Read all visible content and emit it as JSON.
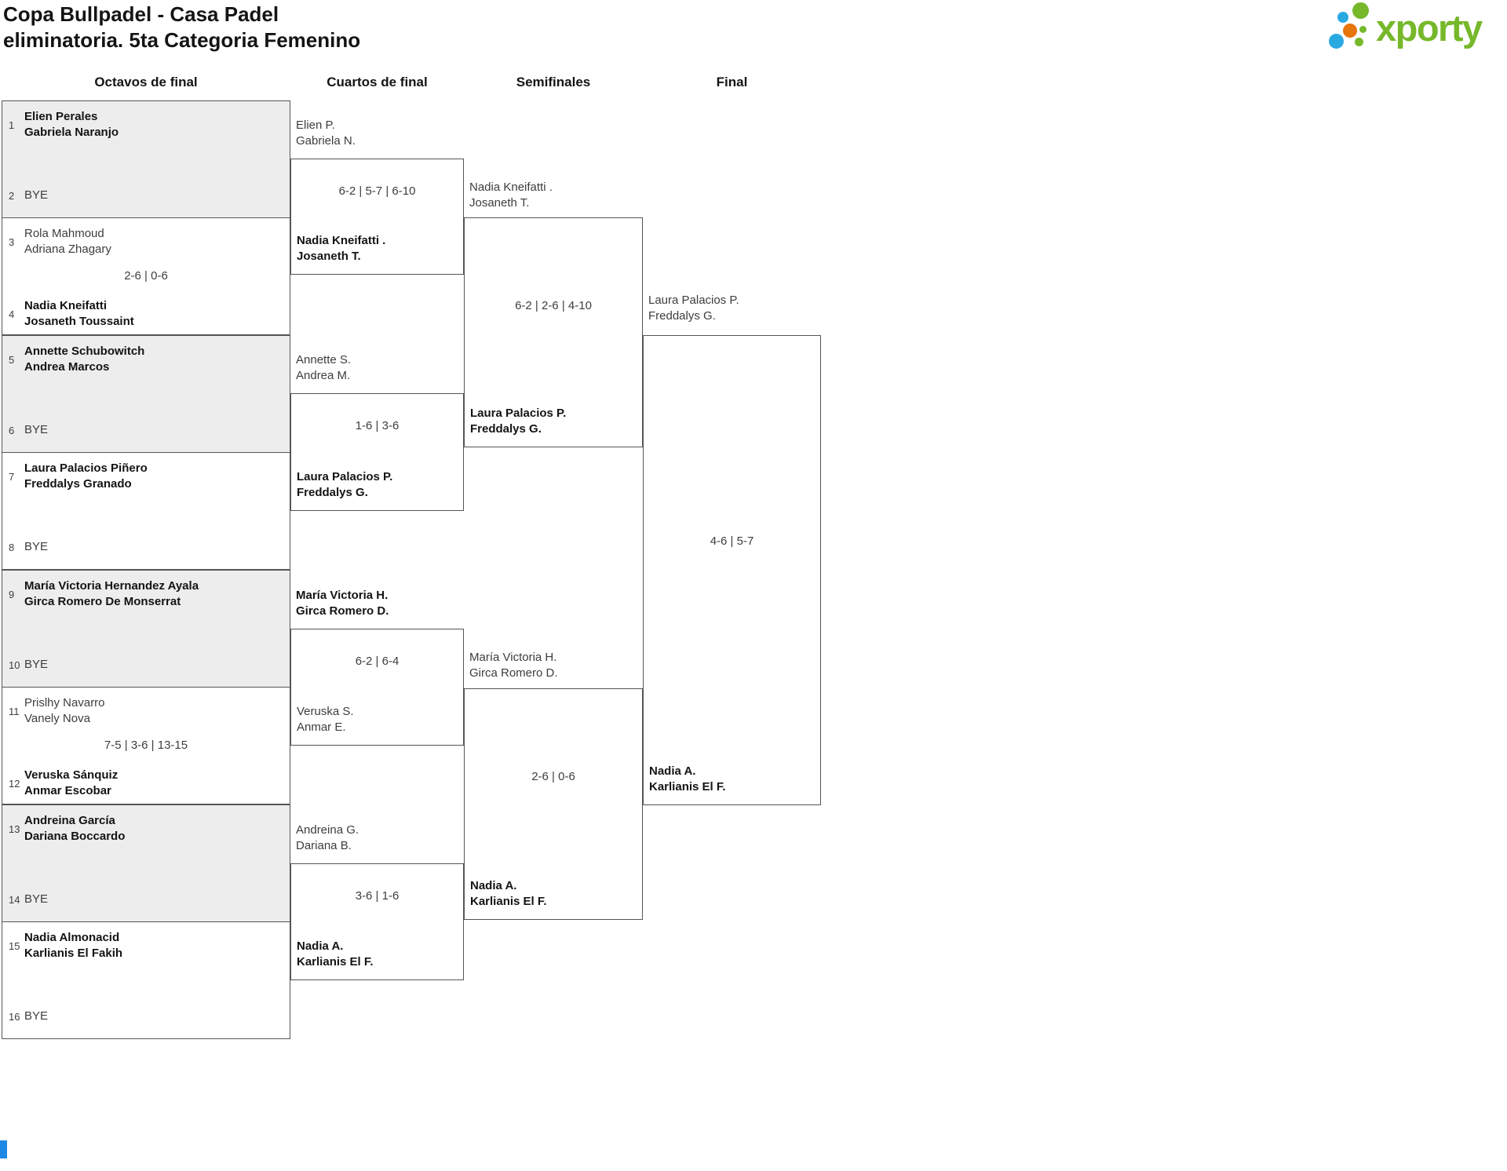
{
  "title": {
    "line1": "Copa Bullpadel - Casa Padel",
    "line2": "eliminatoria. 5ta Categoria Femenino"
  },
  "logo": {
    "text": "xporty"
  },
  "colors": {
    "logo_green": "#76b82a",
    "logo_blue": "#29a9e1",
    "logo_orange": "#e8740c",
    "bye_box_bg": "#ededed",
    "bracket_border": "#555555",
    "scroll_indicator_blue": "#1e88e5"
  },
  "rounds": {
    "r16": "Octavos de final",
    "qf": "Cuartos de final",
    "sf": "Semifinales",
    "f": "Final"
  },
  "bracket": {
    "octavos": [
      {
        "seed_top": "1",
        "top_line1": "Elien Perales",
        "top_line2": "Gabriela Naranjo",
        "score": "",
        "seed_bottom": "2",
        "bottom_line1": "BYE",
        "winner": "top"
      },
      {
        "seed_top": "3",
        "top_line1": "Rola Mahmoud",
        "top_line2": "Adriana Zhagary",
        "score": "2-6 | 0-6",
        "seed_bottom": "4",
        "bottom_line1": "Nadia Kneifatti",
        "bottom_line2": "Josaneth Toussaint",
        "winner": "bottom"
      },
      {
        "seed_top": "5",
        "top_line1": "Annette Schubowitch",
        "top_line2": "Andrea Marcos",
        "score": "",
        "seed_bottom": "6",
        "bottom_line1": "BYE",
        "winner": "top"
      },
      {
        "seed_top": "7",
        "top_line1": "Laura Palacios Piñero",
        "top_line2": "Freddalys Granado",
        "score": "",
        "seed_bottom": "8",
        "bottom_line1": "BYE",
        "winner": "top"
      },
      {
        "seed_top": "9",
        "top_line1": "María Victoria Hernandez Ayala",
        "top_line2": "Girca Romero De Monserrat",
        "score": "",
        "seed_bottom": "10",
        "bottom_line1": "BYE",
        "winner": "top"
      },
      {
        "seed_top": "11",
        "top_line1": "Prislhy Navarro",
        "top_line2": "Vanely Nova",
        "score": "7-5 | 3-6 | 13-15",
        "seed_bottom": "12",
        "bottom_line1": "Veruska Sánquiz",
        "bottom_line2": "Anmar Escobar",
        "winner": "bottom"
      },
      {
        "seed_top": "13",
        "top_line1": "Andreina García",
        "top_line2": "Dariana Boccardo",
        "score": "",
        "seed_bottom": "14",
        "bottom_line1": "BYE",
        "winner": "top"
      },
      {
        "seed_top": "15",
        "top_line1": "Nadia Almonacid",
        "top_line2": "Karlianis El Fakih",
        "score": "",
        "seed_bottom": "16",
        "bottom_line1": "BYE",
        "winner": "top"
      }
    ],
    "cuartos": [
      {
        "top_line1": "Elien P.",
        "top_line2": "Gabriela N.",
        "score": "6-2 | 5-7 | 6-10",
        "bottom_line1": "Nadia Kneifatti .",
        "bottom_line2": "Josaneth T.",
        "winner": "bottom"
      },
      {
        "top_line1": "Annette S.",
        "top_line2": "Andrea M.",
        "score": "1-6 | 3-6",
        "bottom_line1": "Laura Palacios P.",
        "bottom_line2": "Freddalys G.",
        "winner": "bottom"
      },
      {
        "top_line1": "María Victoria H.",
        "top_line2": "Girca Romero D.",
        "score": "6-2 | 6-4",
        "bottom_line1": "Veruska S.",
        "bottom_line2": "Anmar E.",
        "winner": "top"
      },
      {
        "top_line1": "Andreina G.",
        "top_line2": "Dariana B.",
        "score": "3-6 | 1-6",
        "bottom_line1": "Nadia A.",
        "bottom_line2": "Karlianis El F.",
        "winner": "bottom"
      }
    ],
    "semifinales": [
      {
        "top_line1": "Nadia Kneifatti .",
        "top_line2": "Josaneth T.",
        "score": "6-2 | 2-6 | 4-10",
        "bottom_line1": "Laura Palacios P.",
        "bottom_line2": "Freddalys G.",
        "winner": "bottom"
      },
      {
        "top_line1": "María Victoria H.",
        "top_line2": "Girca Romero D.",
        "score": "2-6 | 0-6",
        "bottom_line1": "Nadia A.",
        "bottom_line2": "Karlianis El F.",
        "winner": "bottom"
      }
    ],
    "final": {
      "top_line1": "Laura Palacios P.",
      "top_line2": "Freddalys G.",
      "score": "4-6 | 5-7",
      "bottom_line1": "Nadia A.",
      "bottom_line2": "Karlianis El F.",
      "winner": "bottom"
    }
  }
}
